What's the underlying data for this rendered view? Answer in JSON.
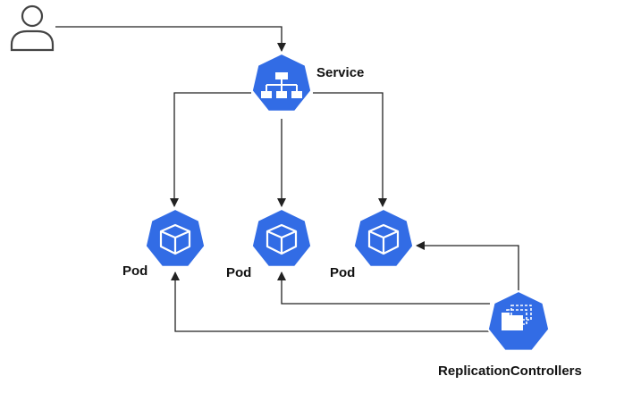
{
  "diagram": {
    "colors": {
      "node_fill": "#326CE5",
      "edge": "#222222",
      "user_stroke": "#444444"
    },
    "user": {
      "icon": "user-icon"
    },
    "service": {
      "label": "Service",
      "icon": "service-icon"
    },
    "pods": [
      {
        "label": "Pod",
        "icon": "pod-icon"
      },
      {
        "label": "Pod",
        "icon": "pod-icon"
      },
      {
        "label": "Pod",
        "icon": "pod-icon"
      }
    ],
    "controller": {
      "label": "ReplicationControllers",
      "icon": "replication-controller-icon"
    }
  }
}
